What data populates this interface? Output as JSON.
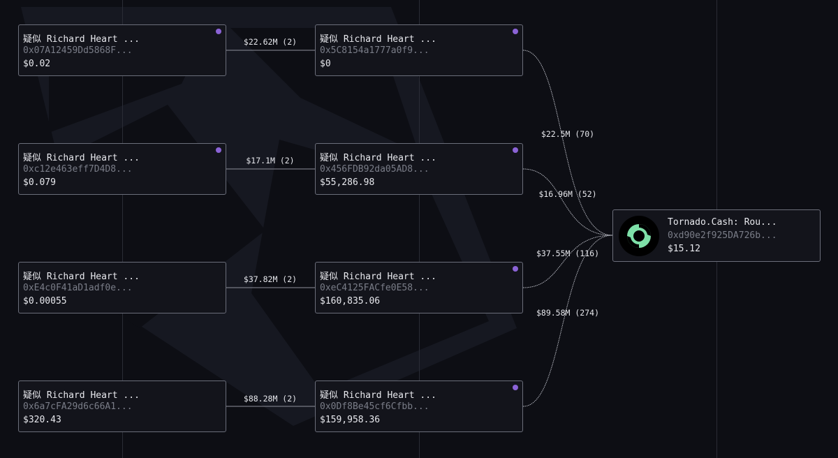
{
  "sources": [
    {
      "prefix": "疑似",
      "name": "Richard Heart ...",
      "address": "0x07A12459Dd5868F...",
      "balance": "$0.02"
    },
    {
      "prefix": "疑似",
      "name": "Richard Heart ...",
      "address": "0xc12e463eff7D4D8...",
      "balance": "$0.079"
    },
    {
      "prefix": "疑似",
      "name": "Richard Heart ...",
      "address": "0xE4c0F41aD1adf0e...",
      "balance": "$0.00055"
    },
    {
      "prefix": "疑似",
      "name": "Richard Heart ...",
      "address": "0x6a7cFA29d6c66A1...",
      "balance": "$320.43"
    }
  ],
  "middles": [
    {
      "prefix": "疑似",
      "name": "Richard Heart ...",
      "address": "0x5C8154a1777a0f9...",
      "balance": "$0"
    },
    {
      "prefix": "疑似",
      "name": "Richard Heart ...",
      "address": "0x456FDB92da05AD8...",
      "balance": "$55,286.98"
    },
    {
      "prefix": "疑似",
      "name": "Richard Heart ...",
      "address": "0xeC4125FACfe0E58...",
      "balance": "$160,835.06"
    },
    {
      "prefix": "疑似",
      "name": "Richard Heart ...",
      "address": "0x0Df8Be45cf6Cfbb...",
      "balance": "$159,958.36"
    }
  ],
  "destination": {
    "name": "Tornado.Cash: Rou...",
    "address": "0xd90e2f925DA726b...",
    "balance": "$15.12",
    "icon": "tornado-cash-logo-icon"
  },
  "edges_source_to_middle": [
    "$22.62M (2)",
    "$17.1M (2)",
    "$37.82M (2)",
    "$88.28M (2)"
  ],
  "edges_middle_to_destination": [
    "$22.5M (70)",
    "$16.96M (52)",
    "$37.55M (116)",
    "$89.58M (274)"
  ],
  "colors": {
    "background": "#0d0e14",
    "node_border": "#6b6e7a",
    "dot": "#8b63d6",
    "logo_green": "#7ee0a8"
  }
}
